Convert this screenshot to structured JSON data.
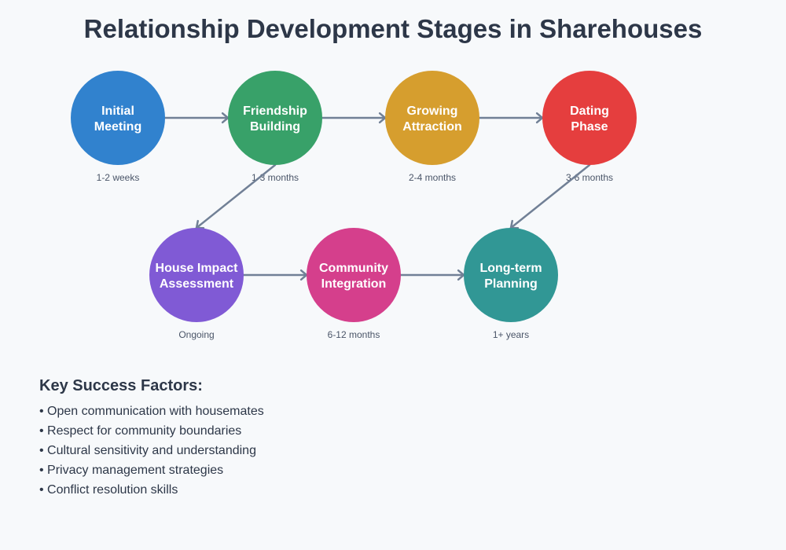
{
  "page": {
    "title": "Relationship Development Stages in Sharehouses"
  },
  "stages": [
    {
      "lines": [
        "Initial",
        "Meeting"
      ],
      "duration": "1-2 weeks",
      "color": "#3182ce"
    },
    {
      "lines": [
        "Friendship",
        "Building"
      ],
      "duration": "1-3 months",
      "color": "#38a169"
    },
    {
      "lines": [
        "Growing",
        "Attraction"
      ],
      "duration": "2-4 months",
      "color": "#d69e2e"
    },
    {
      "lines": [
        "Dating",
        "Phase"
      ],
      "duration": "3-6 months",
      "color": "#e53e3e"
    },
    {
      "lines": [
        "House Impact",
        "Assessment"
      ],
      "duration": "Ongoing",
      "color": "#805ad5"
    },
    {
      "lines": [
        "Community",
        "Integration"
      ],
      "duration": "6-12 months",
      "color": "#d53f8c"
    },
    {
      "lines": [
        "Long-term",
        "Planning"
      ],
      "duration": "1+ years",
      "color": "#319795"
    }
  ],
  "connections": [
    [
      0,
      1
    ],
    [
      1,
      2
    ],
    [
      2,
      3
    ],
    [
      1,
      4
    ],
    [
      3,
      6
    ],
    [
      4,
      5
    ],
    [
      5,
      6
    ]
  ],
  "factors": {
    "heading": "Key Success Factors:",
    "items": [
      "Open communication with housemates",
      "Respect for community boundaries",
      "Cultural sensitivity and understanding",
      "Privacy management strategies",
      "Conflict resolution skills"
    ]
  },
  "colors": {
    "connector": "#718096",
    "background": "#f7f9fb"
  }
}
